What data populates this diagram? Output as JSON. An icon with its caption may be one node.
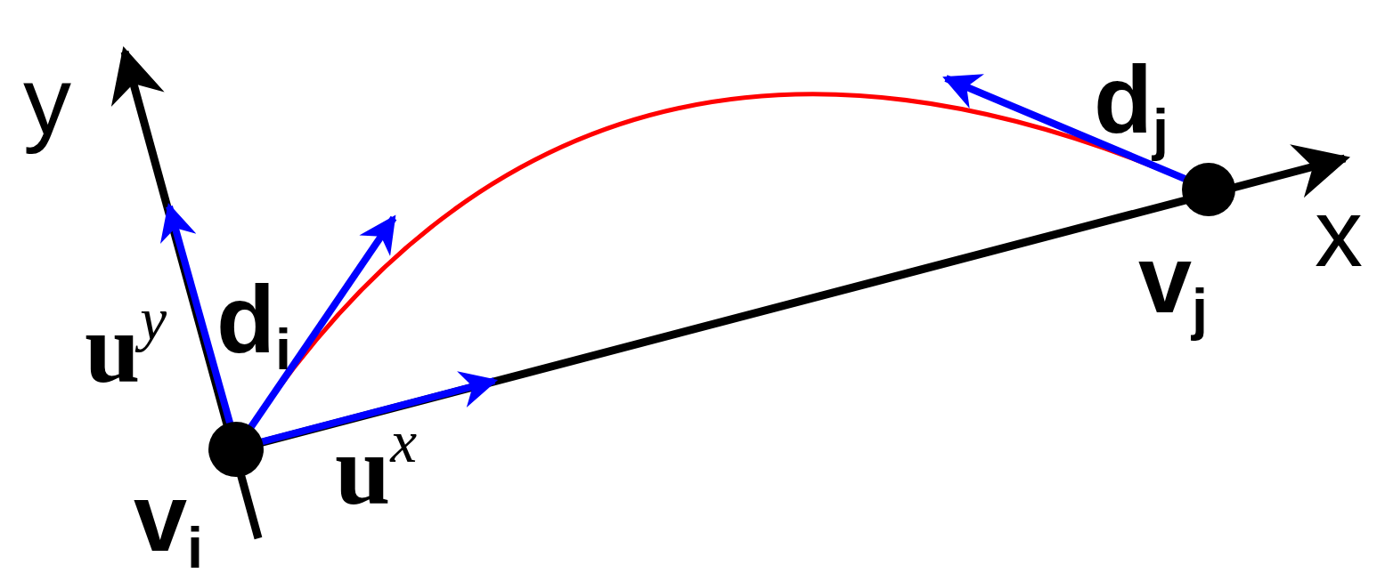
{
  "diagram": {
    "nodes": [
      {
        "text": [],
        "shape": "circle",
        "beside": [
          "v$_{i}$"
        ]
      },
      {
        "text": [],
        "shape": "circle",
        "beside": [
          "v$_{j}$"
        ]
      }
    ],
    "edges": [
      {
        "from": 0,
        "to": 1,
        "arrow": "none",
        "color": "#ff0000"
      }
    ],
    "labels": [
      "y",
      "d$_{j}$",
      "x",
      "d$_{i}$",
      "u$^{y}$",
      "u$^{x}$"
    ]
  }
}
